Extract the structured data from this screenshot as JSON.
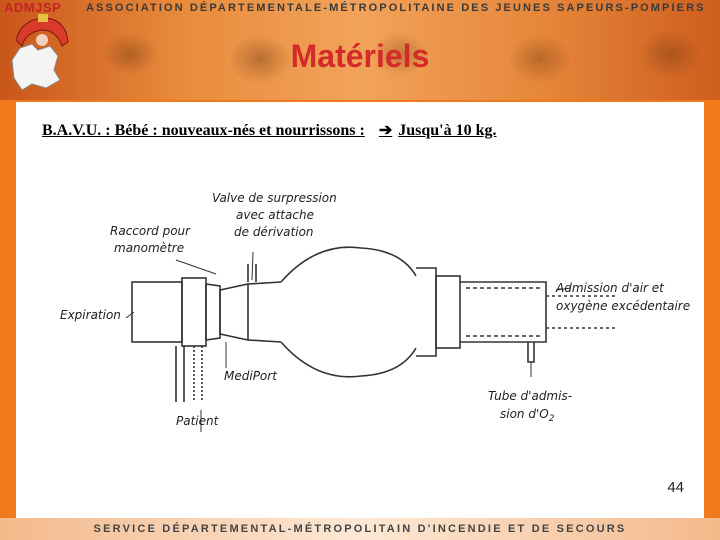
{
  "header": {
    "logo_text": "ADMJSP",
    "association": "ASSOCIATION DÉPARTEMENTALE-MÉTROPOLITAINE DES JEUNES SAPEURS-POMPIERS",
    "title": "Matériels"
  },
  "slide": {
    "subtitle_left": "B.A.V.U. : Bébé : nouveaux-nés et nourrissons :",
    "subtitle_right": "Jusqu'à 10 kg.",
    "page_number": "44"
  },
  "diagram": {
    "labels": {
      "valve_l1": "Valve de surpression",
      "valve_l2": "avec attache",
      "valve_l3": "de dérivation",
      "raccord_l1": "Raccord pour",
      "raccord_l2": "manomètre",
      "expiration": "Expiration",
      "mediport": "MediPort",
      "patient": "Patient",
      "admission_l1": "Admission d'air et",
      "admission_l2": "oxygène excédentaire",
      "tube_l1": "Tube d'admis-",
      "tube_l2": "sion d'O",
      "tube_sub": "2"
    },
    "stroke_color": "#333333"
  },
  "footer": {
    "text": "SERVICE DÉPARTEMENTAL-MÉTROPOLITAIN D'INCENDIE ET DE SECOURS"
  },
  "colors": {
    "frame": "#f07a1c",
    "title": "#d42a2a"
  }
}
